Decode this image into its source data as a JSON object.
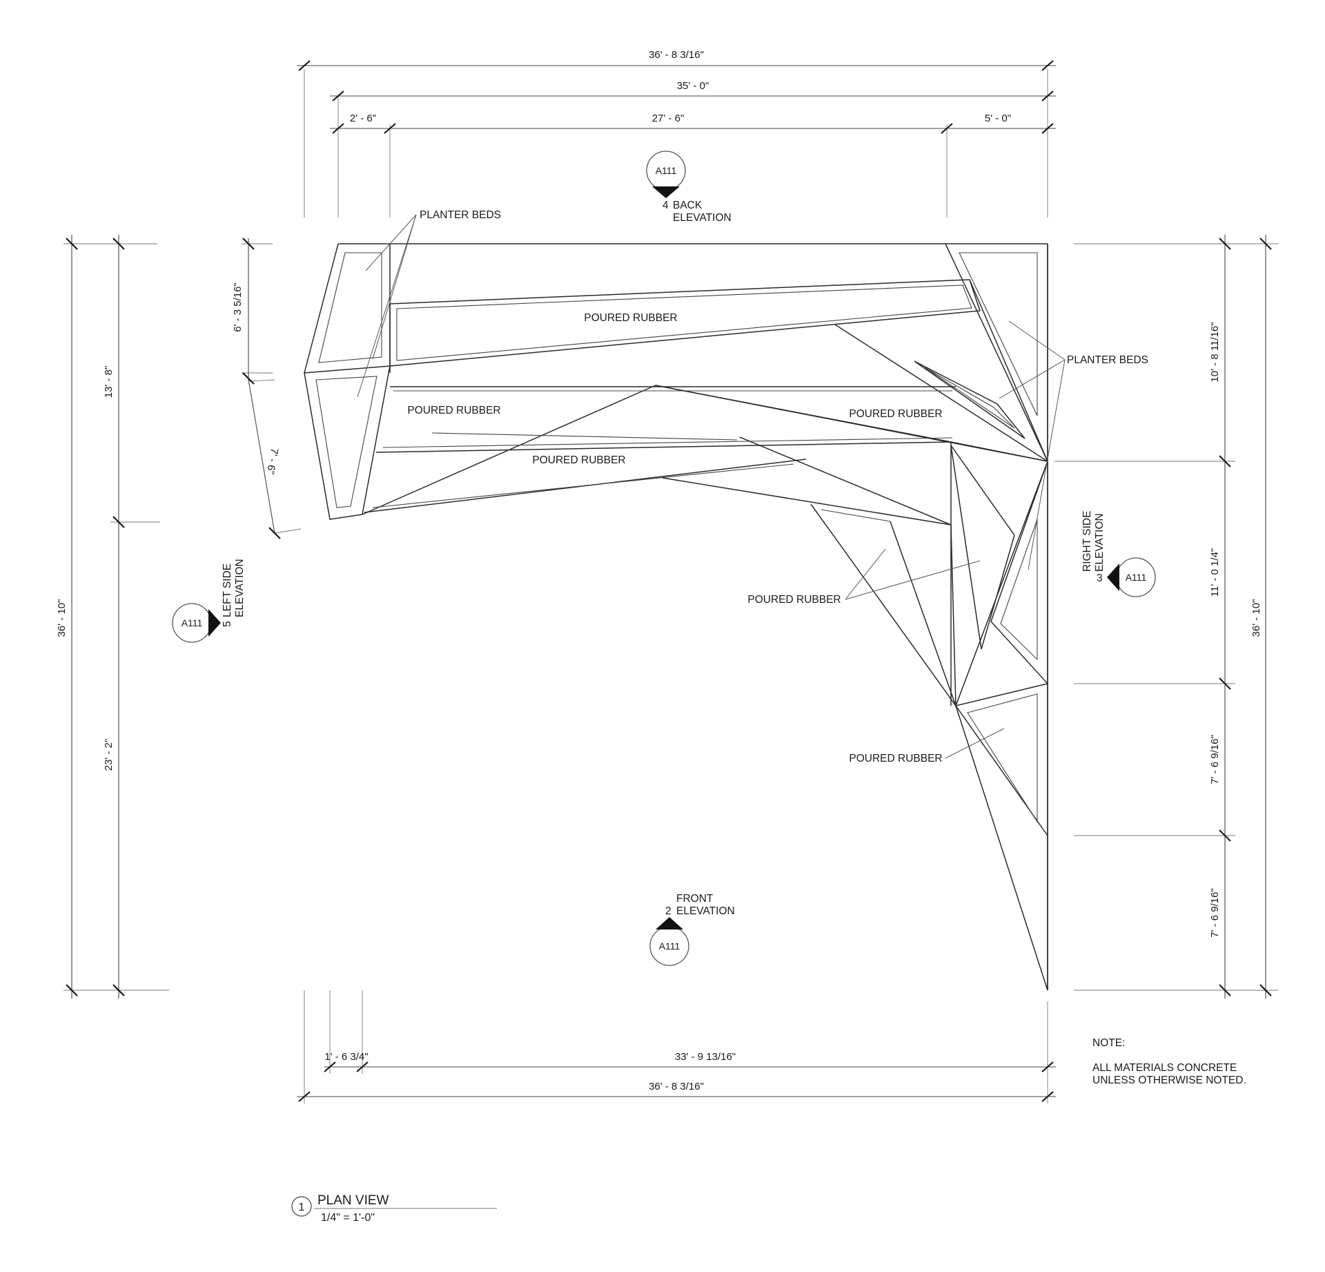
{
  "dimensions": {
    "top_overall": "36' - 8 3/16\"",
    "top_inner": "35' - 0\"",
    "top_left_seg": "2' - 6\"",
    "top_mid_seg": "27' - 6\"",
    "top_right_seg": "5' - 0\"",
    "left_overall": "36' - 10\"",
    "left_upper": "13' - 8\"",
    "left_lower": "23' - 2\"",
    "left_planter_top": "6' - 3 5/16\"",
    "left_planter_angle": "7' - 6\"",
    "right_overall": "36' - 10\"",
    "right_1": "10' - 8 11/16\"",
    "right_2": "11' - 0 1/4\"",
    "right_3": "7' - 6 9/16\"",
    "right_4": "7' - 6 9/16\"",
    "bottom_left_seg": "1' - 6 3/4\"",
    "bottom_mid_seg": "33' - 9 13/16\"",
    "bottom_overall": "36' - 8 3/16\""
  },
  "labels": {
    "planter_beds_left": "PLANTER BEDS",
    "planter_beds_right": "PLANTER BEDS",
    "rubber_1": "POURED RUBBER",
    "rubber_2": "POURED RUBBER",
    "rubber_3": "POURED RUBBER",
    "rubber_4": "POURED RUBBER",
    "rubber_5": "POURED RUBBER",
    "rubber_6": "POURED RUBBER"
  },
  "elevation_markers": {
    "back": {
      "sheet": "A111",
      "number": "4",
      "title_line1": "BACK",
      "title_line2": "ELEVATION"
    },
    "front": {
      "sheet": "A111",
      "number": "2",
      "title_line1": "FRONT",
      "title_line2": "ELEVATION"
    },
    "left": {
      "sheet": "A111",
      "number": "5",
      "title_line1": "LEFT SIDE",
      "title_line2": "ELEVATION"
    },
    "right": {
      "sheet": "A111",
      "number": "3",
      "title_line1": "RIGHT SIDE",
      "title_line2": "ELEVATION"
    }
  },
  "note": {
    "heading": "NOTE:",
    "line1": "ALL MATERIALS CONCRETE",
    "line2": "UNLESS OTHERWISE NOTED."
  },
  "title_block": {
    "number": "1",
    "title": "PLAN VIEW",
    "scale": "1/4\" = 1'-0\""
  }
}
